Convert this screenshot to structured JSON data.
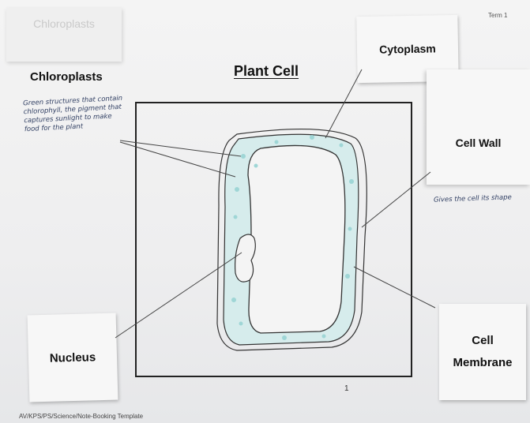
{
  "title": "Plant Cell",
  "term_label": "Term 1",
  "faded_tab": "Chloroplasts",
  "labels": {
    "chloroplasts": "Chloroplasts",
    "cytoplasm": "Cytoplasm",
    "cell_wall": "Cell Wall",
    "nucleus": "Nucleus",
    "cell_membrane_line1": "Cell",
    "cell_membrane_line2": "Membrane"
  },
  "notes": {
    "chloroplast_line1": "Green structures that contain",
    "chloroplast_line2": "chlorophyll, the pigment that",
    "chloroplast_line3": "captures sunlight to make",
    "chloroplast_line4": "food for the plant",
    "cell_wall": "Gives the cell its shape"
  },
  "page_number": "1",
  "footer": "AV/KPS/PS/Science/Note-Booking Template",
  "colors": {
    "paper": "#f4f4f4",
    "flap": "#f7f7f7",
    "cytoplasm_fill": "#d6ecec",
    "chloroplast_dot": "#9fd6d6"
  }
}
